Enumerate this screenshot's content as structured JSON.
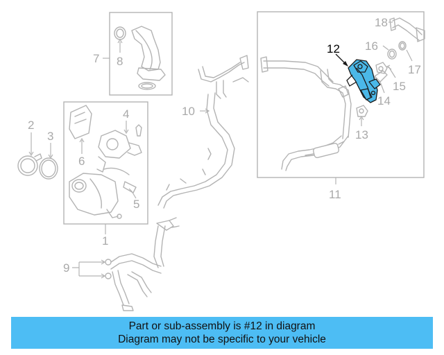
{
  "colors": {
    "highlight": "#4bb8e8",
    "banner": "#4dbdf4",
    "line_art": "#b3b3b3",
    "callout_text": "#a9a9a9"
  },
  "callouts": {
    "c1": "1",
    "c2": "2",
    "c3": "3",
    "c4": "4",
    "c5": "5",
    "c6": "6",
    "c7": "7",
    "c8": "8",
    "c9": "9",
    "c10": "10",
    "c11": "11",
    "c12": "12",
    "c13": "13",
    "c14": "14",
    "c15": "15",
    "c16": "16",
    "c17": "17",
    "c18": "18"
  },
  "highlighted_part": "12",
  "banner": {
    "line1": "Part or sub-assembly is #12 in diagram",
    "line2": "Diagram may not be specific to your vehicle"
  }
}
